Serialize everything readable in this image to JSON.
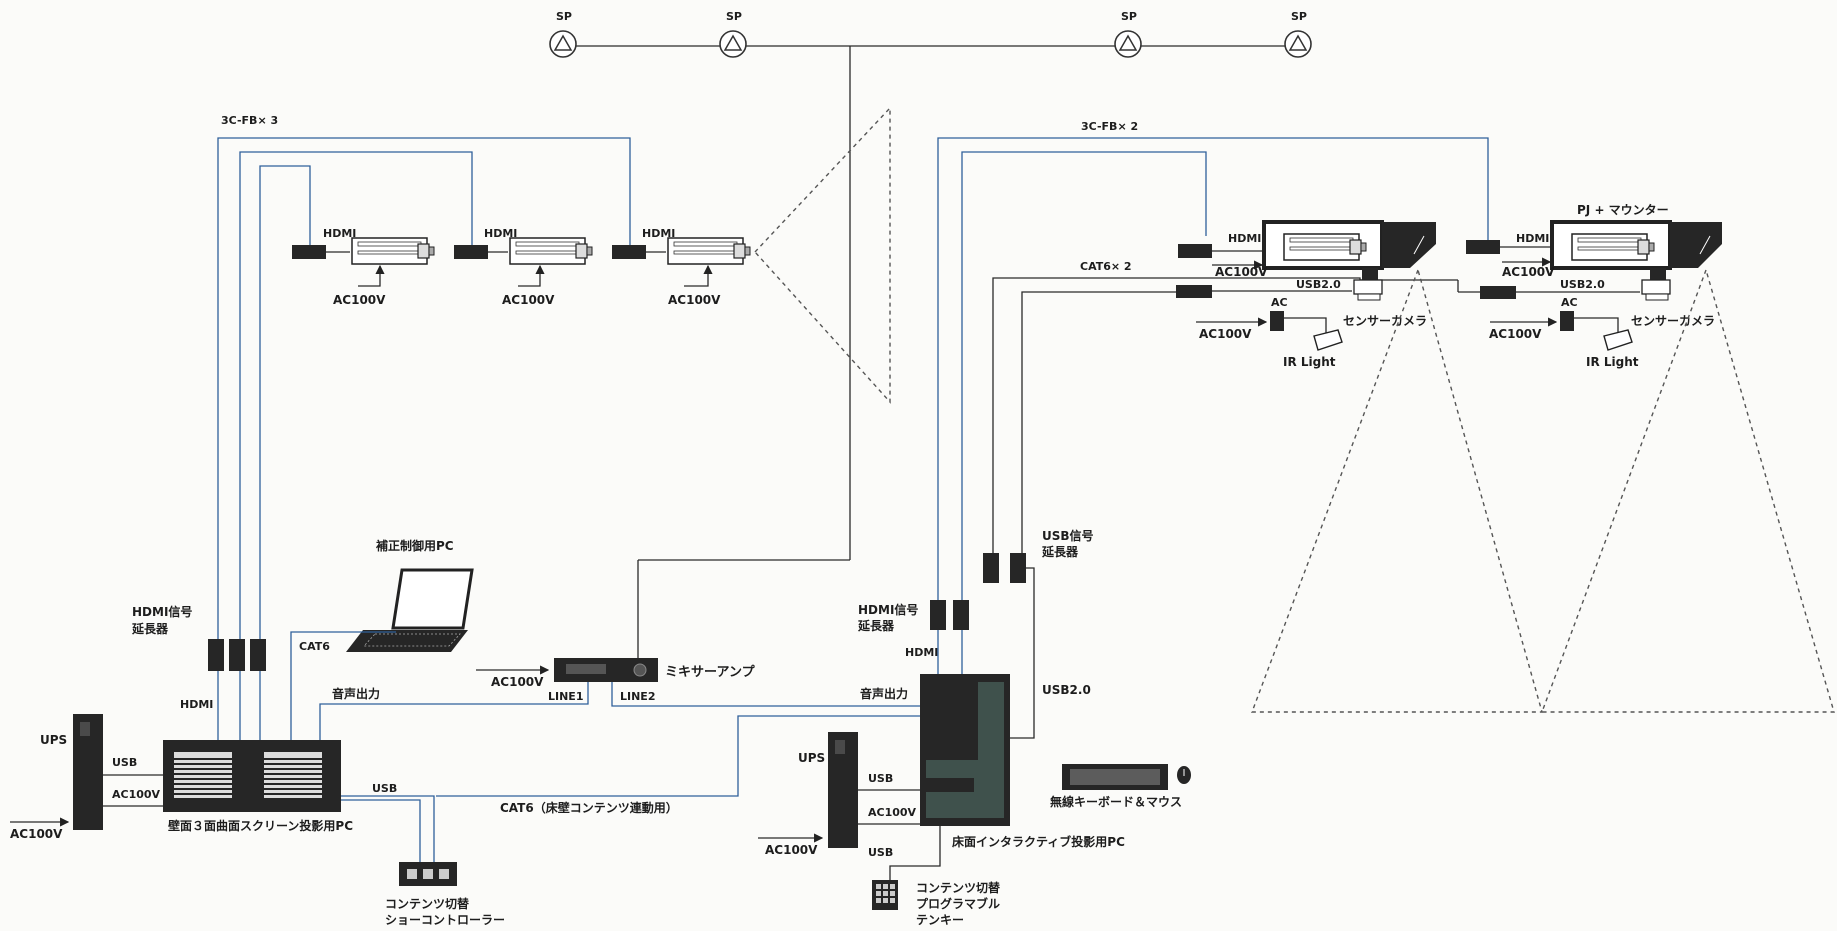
{
  "speakers": {
    "label": "SP"
  },
  "cables": {
    "fb3": "3C-FB× 3",
    "fb2": "3C-FB× 2",
    "cat6x2": "CAT6× 2",
    "hdmi": "HDMI",
    "cat6": "CAT6",
    "usb": "USB",
    "usb20": "USB2.0",
    "ac100v": "AC100V",
    "ac": "AC",
    "cat6_floor": "CAT6（床壁コンテンツ連動用）",
    "line1": "LINE1",
    "line2": "LINE2"
  },
  "devices": {
    "pj_mounter": "PJ + マウンター",
    "sensor_camera": "センサーカメラ",
    "ir_light": "IR Light",
    "calib_pc": "補正制御用PC",
    "hdmi_ext_1": "HDMI信号",
    "hdmi_ext_2": "延長器",
    "usb_ext_1": "USB信号",
    "usb_ext_2": "延長器",
    "mixer_amp": "ミキサーアンプ",
    "audio_out": "音声出力",
    "ups": "UPS",
    "wall_pc": "壁面３面曲面スクリーン投影用PC",
    "floor_pc": "床面インタラクティブ投影用PC",
    "keyboard": "無線キーボード＆マウス",
    "show_ctrl_1": "コンテンツ切替",
    "show_ctrl_2": "ショーコントローラー",
    "tenkey_1": "コンテンツ切替",
    "tenkey_2": "プログラマブル",
    "tenkey_3": "テンキー"
  },
  "colors": {
    "signal_line": "#2f5f9a",
    "power_line": "#2a2a2a",
    "equipment": "#262626",
    "panel": "#3f514c"
  }
}
